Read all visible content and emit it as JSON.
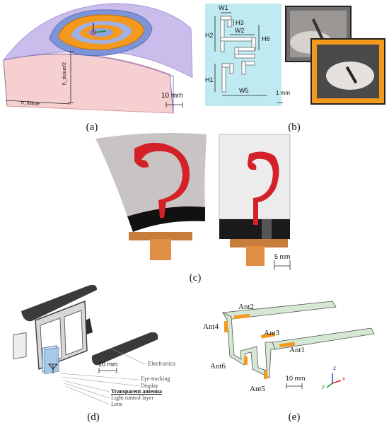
{
  "captions": {
    "a": "(a)",
    "b": "(b)",
    "c": "(c)",
    "d": "(d)",
    "e": "(e)"
  },
  "panel_a": {
    "h_tissue": "h_tissue",
    "h_tissue_half": "h_tissue/2",
    "scale": "10 mm"
  },
  "panel_b": {
    "dims": {
      "w1": "W1",
      "h3": "H3",
      "h2": "H2",
      "w2": "W2",
      "h6": "H6",
      "h1": "H1",
      "w5": "W5"
    },
    "scale": "1 mm"
  },
  "panel_c": {
    "scale": "5 mm"
  },
  "panel_d": {
    "scale": "10 mm",
    "labels": [
      "Electronics",
      "Eye-tracking",
      "Display",
      "Transparent antenna",
      "Light control layer",
      "Lens"
    ]
  },
  "panel_e": {
    "antennas": [
      "Ant2",
      "Ant4",
      "Ant3",
      "Ant1",
      "Ant6",
      "Ant5"
    ],
    "scale": "10 mm",
    "axes": {
      "x": "x",
      "y": "y",
      "z": "z"
    }
  },
  "colors": {
    "orange": "#f39a1e",
    "red": "#d42027",
    "blue_substrate": "#9aa8e8",
    "cyan_bg": "#bfeaf1",
    "glasses_green": "#d5e8d4"
  }
}
